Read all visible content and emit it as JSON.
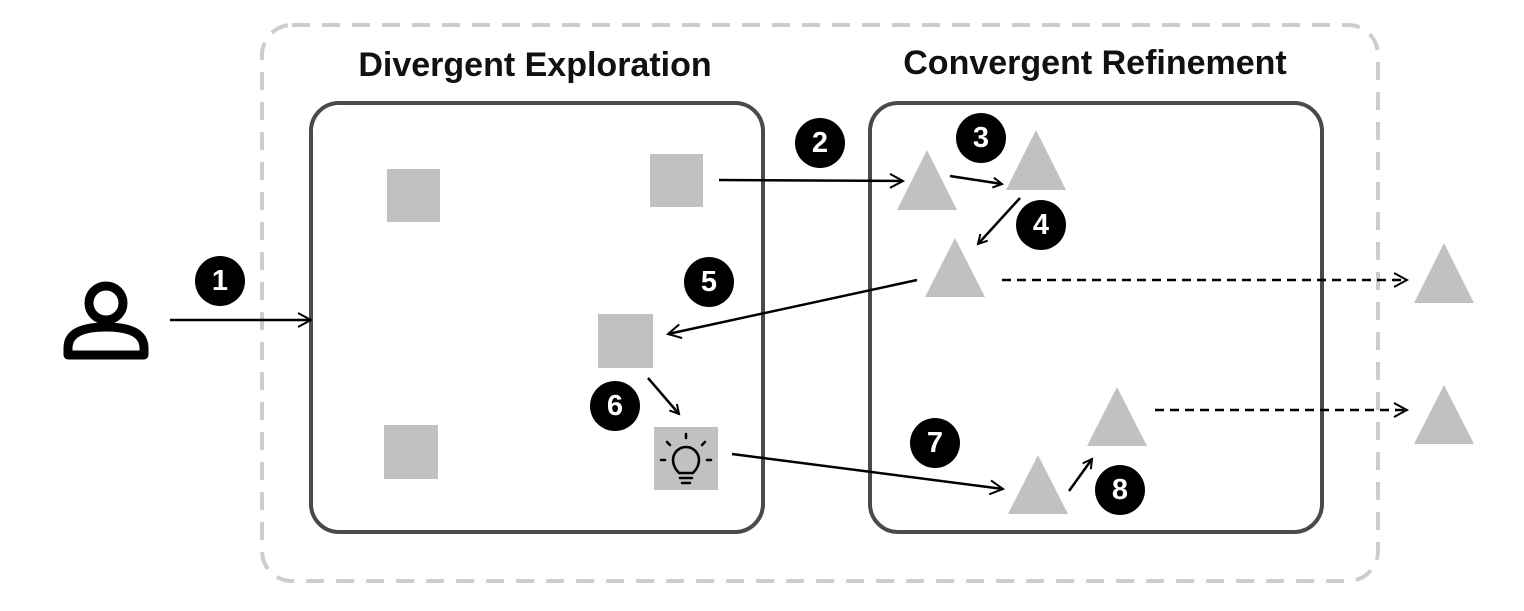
{
  "panels": {
    "divergent": {
      "title": "Divergent Exploration"
    },
    "convergent": {
      "title": "Convergent Refinement"
    }
  },
  "steps": [
    "1",
    "2",
    "3",
    "4",
    "5",
    "6",
    "7",
    "8"
  ],
  "icons": {
    "user": "user-icon",
    "idea": "lightbulb-icon",
    "idea_card": "square",
    "refined_idea": "triangle"
  },
  "colors": {
    "shape_fill": "#c1c1c1",
    "panel_border": "#4a4a4a",
    "outer_border": "#cdcdcd",
    "badge_fill": "#000000",
    "badge_text": "#ffffff"
  }
}
